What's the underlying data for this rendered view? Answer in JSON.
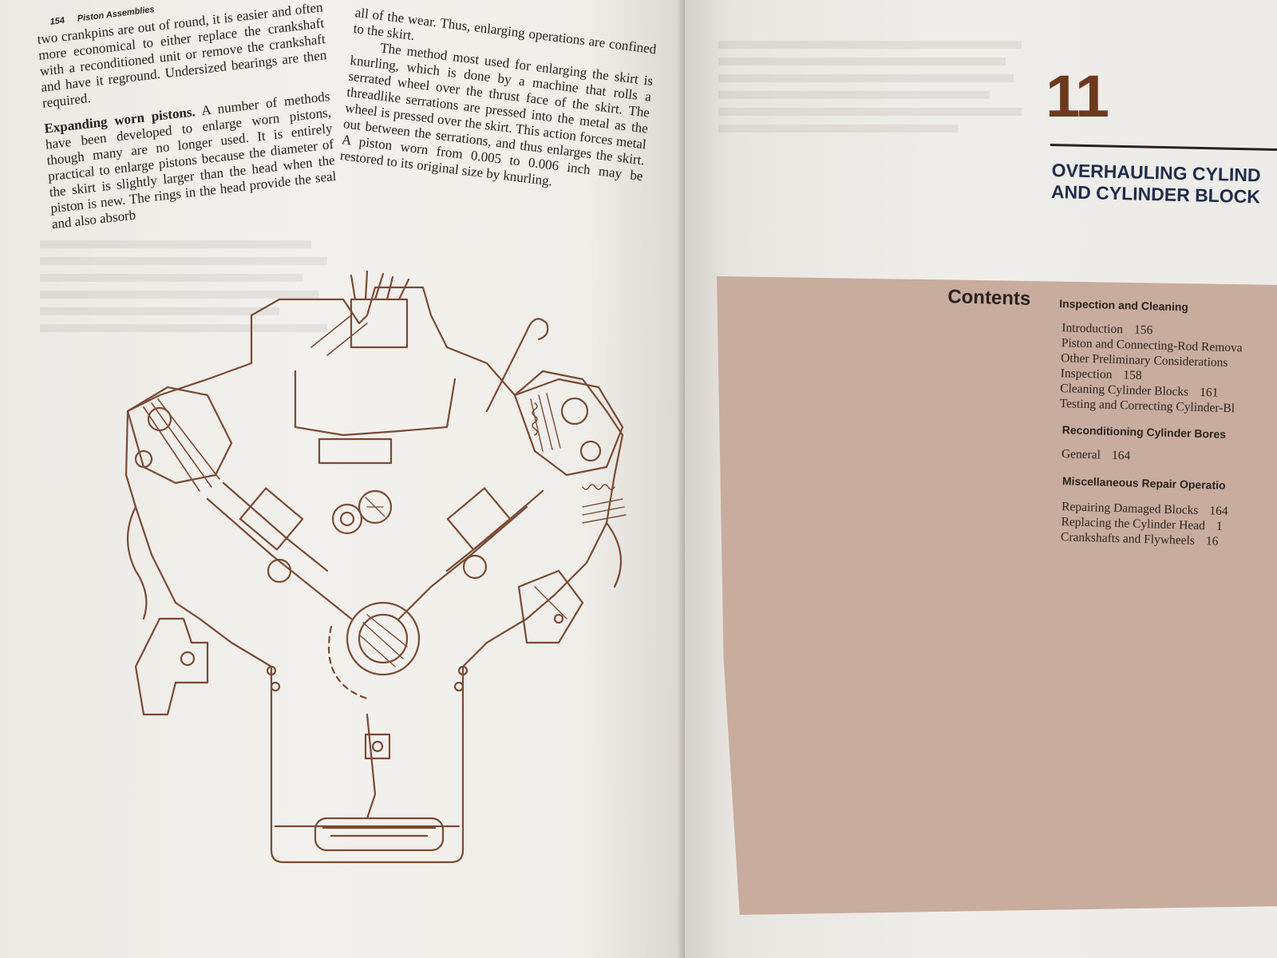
{
  "left_page": {
    "page_number": "154",
    "running_head": "Piston Assemblies",
    "col1_para1": "two crankpins are out of round, it is easier and often more economical to either replace the crankshaft with a reconditioned unit or remove the crankshaft and have it reground. Undersized bearings are then required.",
    "col1_run_in_head": "Expanding worn pistons.",
    "col1_para2": "A number of methods have been developed to enlarge worn pistons, though many are no longer used. It is entirely practical to enlarge pistons because the diameter of the skirt is slightly larger than the head when the piston is new. The rings in the head provide the seal and also absorb",
    "col2_para1": "all of the wear. Thus, enlarging operations are confined to the skirt.",
    "col2_para2": "The method most used for enlarging the skirt is knurling, which is done by a machine that rolls a serrated wheel over the thrust face of the skirt. The threadlike serrations are pressed into the metal as the wheel is pressed over the skirt. This action forces metal out between the serrations, and thus enlarges the skirt. A piston worn from 0.005 to 0.006 inch may be restored to its original size by knurling."
  },
  "right_page": {
    "chapter_number": "11",
    "chapter_title_line1": "OVERHAULING CYLIND",
    "chapter_title_line2": "AND CYLINDER BLOCK",
    "contents_label": "Contents",
    "sections": [
      {
        "heading": "Inspection and Cleaning",
        "entries": [
          {
            "title": "Introduction",
            "page": "156"
          },
          {
            "title": "Piston and Connecting-Rod Remova",
            "page": ""
          },
          {
            "title": "Other Preliminary Considerations",
            "page": ""
          },
          {
            "title": "Inspection",
            "page": "158"
          },
          {
            "title": "Cleaning Cylinder Blocks",
            "page": "161"
          },
          {
            "title": "Testing and Correcting Cylinder-Bl",
            "page": ""
          }
        ]
      },
      {
        "heading": "Reconditioning Cylinder Bores",
        "entries": [
          {
            "title": "General",
            "page": "164"
          }
        ]
      },
      {
        "heading": "Miscellaneous Repair Operatio",
        "entries": [
          {
            "title": "Repairing Damaged Blocks",
            "page": "164"
          },
          {
            "title": "Replacing the Cylinder Head",
            "page": "1"
          },
          {
            "title": "Crankshafts and Flywheels",
            "page": "16"
          }
        ]
      }
    ]
  },
  "colors": {
    "chapter_number": "#6e3a1e",
    "chapter_title": "#1f2d4d",
    "contents_panel": "#c8ac9d",
    "illustration_line": "#7a4a33"
  },
  "icons": {
    "illustration": "v8-engine-cross-section-icon"
  }
}
